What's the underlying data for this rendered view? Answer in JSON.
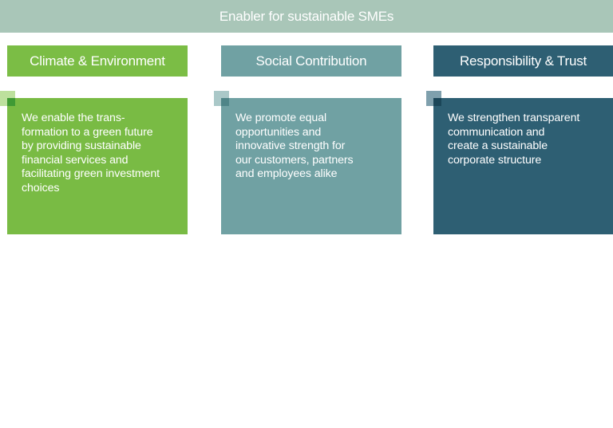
{
  "banner": {
    "title": "Enabler for sustainable SMEs"
  },
  "columns": [
    {
      "title": "Climate & Environment",
      "text": "We enable the trans-\nformation to a green future\nby providing sustainable\nfinancial services and\nfacilitating green investment\nchoices",
      "header_color": "#7bbd45",
      "body_color": "#79bb44"
    },
    {
      "title": "Social Contribution",
      "text": "We promote equal\nopportunities and\ninnovative strength for\nour customers, partners\nand employees alike",
      "header_color": "#70a1a3",
      "body_color": "#70a1a3"
    },
    {
      "title": "Responsibility & Trust",
      "text": "We strengthen transparent\ncommunication and\ncreate a sustainable\ncorporate structure",
      "header_color": "#2e5f73",
      "body_color": "#2e5f73"
    }
  ],
  "colors": {
    "banner": "#a9c6b8",
    "corner_1_outer": "#bde09d",
    "corner_1_inner": "#3f9a34",
    "corner_2_outer": "#aac8c8",
    "corner_2_inner": "#4f8588",
    "corner_3_outer": "#7fa0ad",
    "corner_3_inner": "#1b4658"
  }
}
